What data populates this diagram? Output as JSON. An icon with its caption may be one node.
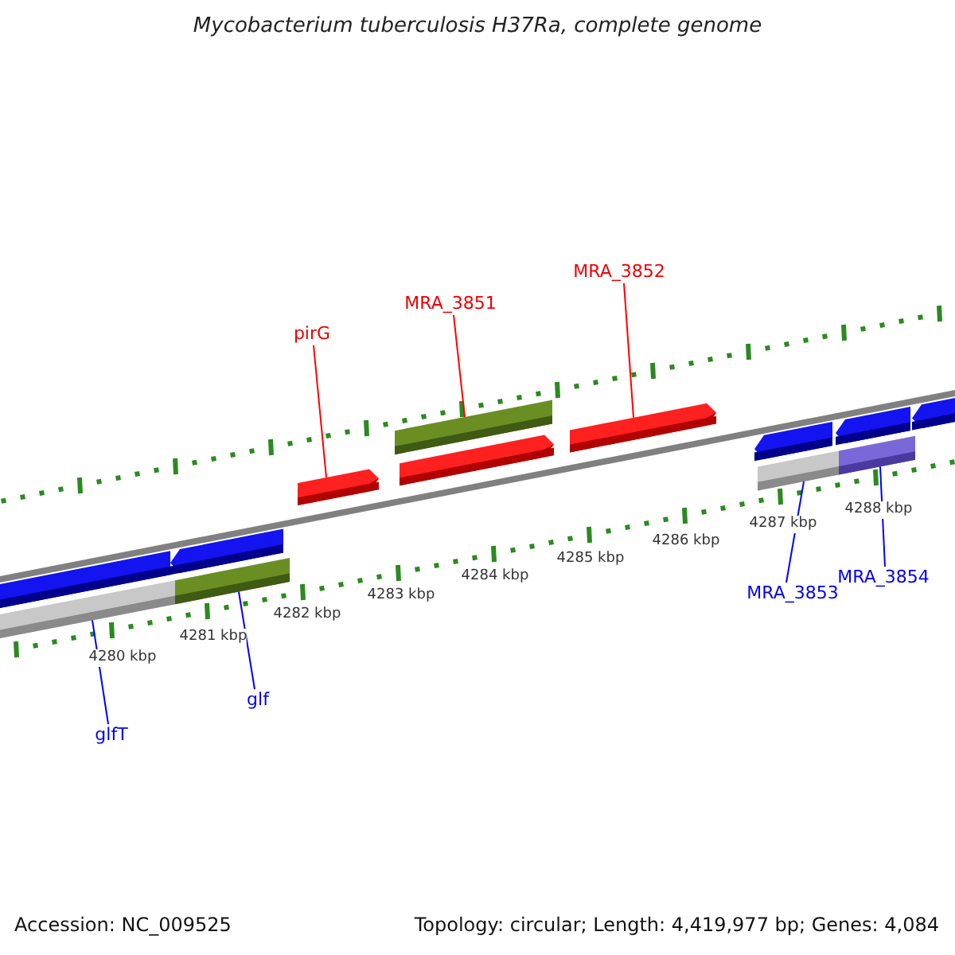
{
  "diagram": {
    "title": "Mycobacterium tuberculosis H37Ra, complete genome",
    "nodes": [
      {
        "text": [
          "pirG"
        ]
      },
      {
        "text": [
          "MRA_3851"
        ]
      },
      {
        "text": [
          "MRA_3852"
        ]
      },
      {
        "text": [
          "glfT"
        ]
      },
      {
        "text": [
          "glf"
        ]
      },
      {
        "text": [
          "MRA_3853"
        ]
      },
      {
        "text": [
          "MRA_3854"
        ]
      },
      {
        "text": [],
        "shape": "bar"
      },
      {
        "text": [],
        "shape": "bar"
      },
      {
        "text": [],
        "shape": "bar"
      },
      {
        "text": [],
        "shape": "bar"
      },
      {
        "text": [],
        "shape": "bar"
      },
      {
        "text": [],
        "shape": "bar"
      },
      {
        "text": [],
        "shape": "bar"
      },
      {
        "text": [],
        "shape": "bar"
      },
      {
        "text": [],
        "shape": "bar"
      },
      {
        "text": [],
        "shape": "bar"
      },
      {
        "text": [],
        "shape": "bar"
      },
      {
        "text": [],
        "shape": "bar"
      },
      {
        "text": [],
        "shape": "bar"
      }
    ],
    "edges": [
      {
        "from": 0,
        "to": 11,
        "arrow": "none",
        "color": "#ff0000"
      },
      {
        "from": 1,
        "to": 12,
        "arrow": "none",
        "color": "#ff0000"
      },
      {
        "from": 2,
        "to": 14,
        "arrow": "none",
        "color": "#ff0000"
      },
      {
        "from": 3,
        "to": 8,
        "arrow": "none"
      },
      {
        "from": 4,
        "to": 10,
        "arrow": "none"
      },
      {
        "from": 5,
        "to": 16,
        "arrow": "none"
      },
      {
        "from": 6,
        "to": 18,
        "arrow": "none"
      }
    ],
    "labels": [
      "4280 kbp",
      "4281 kbp",
      "4282 kbp",
      "4283 kbp",
      "4284 kbp",
      "4285 kbp",
      "4286 kbp",
      "4287 kbp",
      "4288 kbp",
      "Accession: NC_009525",
      "Topology: circular; Length: 4,419,977 bp; Genes: 4,084"
    ]
  }
}
